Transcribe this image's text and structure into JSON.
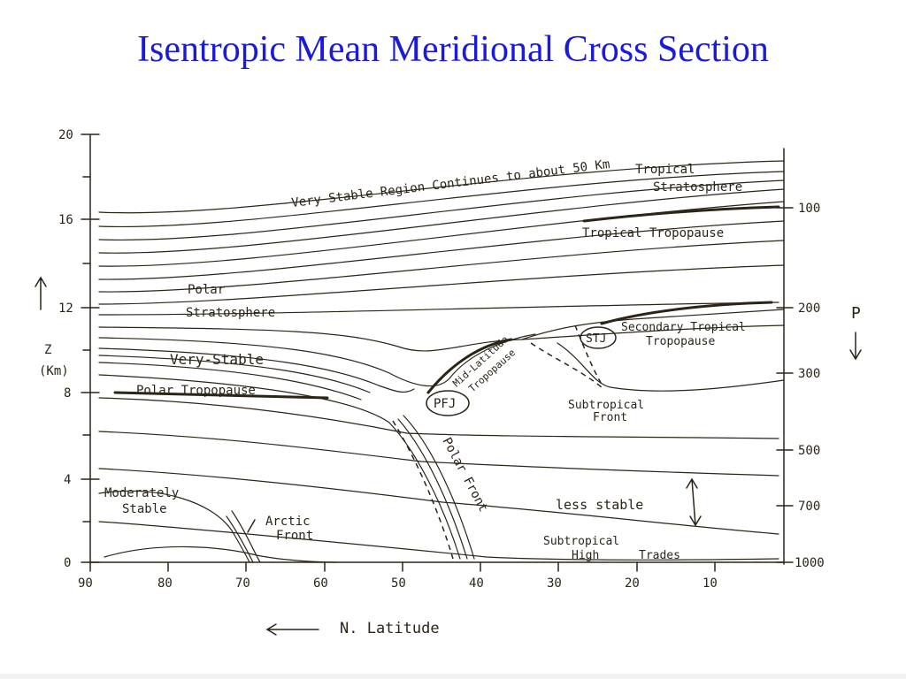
{
  "title": "Isentropic Mean Meridional Cross Section",
  "colors": {
    "title": "#1a1adb",
    "ink": "#2b2518",
    "background": "#ffffff"
  },
  "figure": {
    "left_axis": {
      "ticks": [
        "20",
        "16",
        "12",
        "8",
        "4",
        "0"
      ],
      "label_symbol": "Z",
      "label_unit": "(Km)"
    },
    "right_axis": {
      "ticks": [
        "100",
        "200",
        "300",
        "500",
        "700",
        "1000"
      ],
      "label": "P"
    },
    "bottom_axis": {
      "ticks": [
        "90",
        "80",
        "70",
        "60",
        "50",
        "40",
        "30",
        "20",
        "10"
      ],
      "label": "N. Latitude"
    },
    "annotations": {
      "very_stable_region": "Very Stable Region Continues to about 50 Km",
      "tropical": "Tropical",
      "stratosphere": "Stratosphere",
      "tropical_tropopause": "Tropical Tropopause",
      "polar": "Polar",
      "polar_stratosphere": "Stratosphere",
      "very_stable": "Very-Stable",
      "polar_tropopause": "Polar Tropopause",
      "mid_latitude_1": "Mid-Latitude",
      "mid_latitude_2": "Tropopause",
      "pfj": "PFJ",
      "stj": "STJ",
      "secondary_1": "Secondary Tropical",
      "secondary_2": "Tropopause",
      "subtropical_front_1": "Subtropical",
      "subtropical_front_2": "Front",
      "polar_front": "Polar Front",
      "moderately": "Moderately",
      "stable": "Stable",
      "arctic": "Arctic",
      "arctic_front": "Front",
      "less_stable": "less stable",
      "subtropical_high": "Subtropical",
      "high": "High",
      "trades": "Trades"
    }
  }
}
